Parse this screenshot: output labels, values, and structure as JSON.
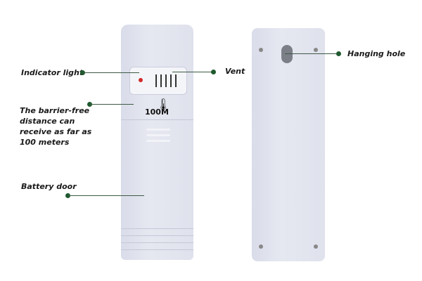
{
  "labels": {
    "indicator_light": "Indicator light",
    "vent": "Vent",
    "hanging_hole": "Hanging hole",
    "barrier_free": "The barrier-free distance can receive as far as 100 meters",
    "battery_door": "Battery door"
  },
  "device": {
    "range_text": "100M"
  },
  "colors": {
    "accent": "#1f5a2e",
    "led": "#d12a2a"
  }
}
